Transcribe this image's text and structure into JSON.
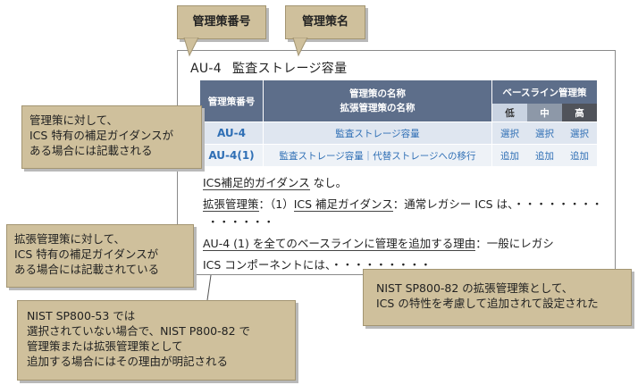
{
  "tags": {
    "control_number": "管理策番号",
    "control_name": "管理策名"
  },
  "doc": {
    "id": "AU-4",
    "name": "監査ストレージ容量"
  },
  "table": {
    "h_number": "管理策番号",
    "h_name_1": "管理策の名称",
    "h_name_2": "拡張管理策の名称",
    "h_baseline": "ベースライン管理策",
    "levels": [
      "低",
      "中",
      "高"
    ],
    "rows": [
      {
        "number": "AU-4",
        "name": "監査ストレージ容量",
        "low": "選択",
        "mid": "選択",
        "high": "選択"
      },
      {
        "number": "AU-4(1)",
        "name": "監査ストレージ容量｜代替ストレージへの移行",
        "low": "追加",
        "mid": "追加",
        "high": "追加"
      }
    ]
  },
  "lines": {
    "guidance_head": "ICS補足的ガイダンス",
    "guidance_rest": "なし。",
    "enh_head": "拡張管理策",
    "enh_mid": "：（1）",
    "enh_head2": "ICS 補足ガイダンス",
    "enh_rest": "：通常レガシー ICS は、・・・・・・・・",
    "dots": "・・・・・・",
    "reason_head": "AU-4 (1) を全てのベースラインに管理を追加する理由",
    "reason_rest": "：一般にレガシ",
    "last": "ICS コンポーネントには、・・・・・・・・・"
  },
  "callouts": {
    "c1": [
      "管理策に対して、",
      "ICS 特有の補足ガイダンスが",
      "ある場合には記載される"
    ],
    "c2": [
      "拡張管理策に対して、",
      "ICS 特有の補足ガイダンスが",
      "ある場合には記載されている"
    ],
    "c3": [
      "NIST SP800-53 では",
      "選択されていない場合で、NIST P800-82 で",
      "管理策または拡張管理策として",
      "追加する場合にはその理由が明記される"
    ],
    "c4": [
      "NIST SP800-82 の拡張管理策として、",
      "ICS の特性を考慮して追加されて設定された"
    ]
  },
  "colors": {
    "callout": "#cfc09c",
    "table_header": "#5d6e8a",
    "link_text": "#2f6fb5"
  }
}
